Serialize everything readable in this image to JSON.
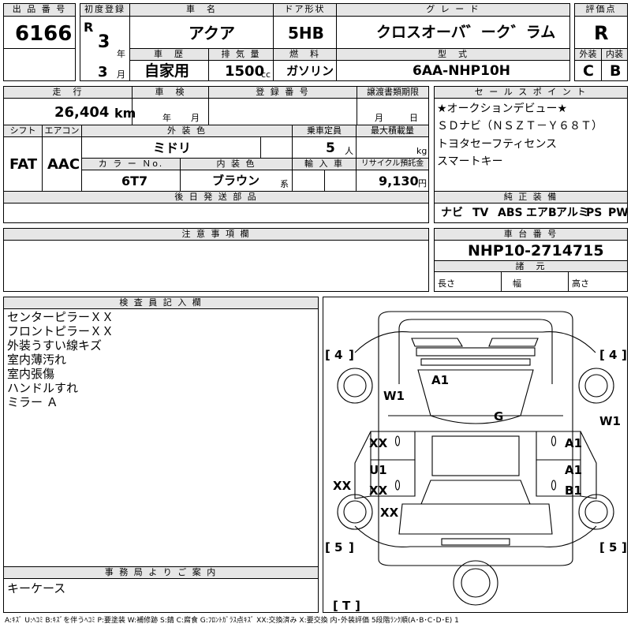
{
  "labels": {
    "lot": "出 品 番 号",
    "first_reg": "初度登録",
    "car_name": "車　名",
    "door": "ドア形状",
    "grade": "グ レ ー ド",
    "score": "評価点",
    "year_unit": "年",
    "month_unit": "月",
    "history": "車　歴",
    "displacement": "排 気 量",
    "fuel": "燃　料",
    "model": "型　式",
    "exterior": "外装",
    "interior": "内装",
    "mileage": "走　行",
    "inspection": "車　検",
    "reg_no": "登 録 番 号",
    "transfer_docs": "譲渡書類期限",
    "sales_points": "セ ー ル ス ポ イ ン ト",
    "shift": "シフト",
    "aircon": "エアコン",
    "exterior_color": "外 装 色",
    "capacity": "乗車定員",
    "max_load": "最大積載量",
    "color_no": "カ ラ ー Ｎo.",
    "interior_color": "内 装 色",
    "import": "輸 入 車",
    "recycle": "リサイクル預託金",
    "later_parts": "後 日 発 送 部 品",
    "genuine_equipment": "純 正 装 備",
    "notes": "注 意 事 項 欄",
    "chassis_no": "車 台 番 号",
    "dimensions": "諸　元",
    "length": "長さ",
    "width": "幅",
    "height": "高さ",
    "inspector_notes": "検 査 員 記 入 欄",
    "office_notes": "事 務 局 よ り ご 案 内",
    "unit_km": "km",
    "unit_cc": "cc",
    "unit_person": "人",
    "unit_kg": "kg",
    "unit_yen": "円",
    "unit_series": "系",
    "unit_year": "年",
    "unit_month": "月"
  },
  "values": {
    "lot_number": "6166",
    "era": "R",
    "reg_year": "3",
    "reg_month": "3",
    "car_name": "アクア",
    "door": "5HB",
    "grade": "クロスオーバ゛ーク゛ラム",
    "score": "R",
    "history": "自家用",
    "displacement": "1500",
    "fuel": "ガソリン",
    "model": "6AA-NHP10H",
    "exterior_grade": "C",
    "interior_grade": "B",
    "mileage": "26,404",
    "shift": "FAT",
    "aircon": "AAC",
    "exterior_color": "ミドリ",
    "capacity": "5",
    "color_no": "6T7",
    "interior_color": "ブラウン",
    "recycle": "9,130",
    "chassis_no": "NHP10-2714715"
  },
  "sales_points": [
    "★オークションデビュー★",
    "ＳＤナビ（ＮＳＺＴ－Ｙ６８Ｔ）",
    "トヨタセーフティセンス",
    "スマートキー"
  ],
  "equipment": [
    "ナビ",
    "TV",
    "ABS",
    "エアB",
    "アルミ",
    "PS",
    "PW"
  ],
  "inspector_notes": [
    "センターピラーＸＸ",
    "フロントピラーＸＸ",
    "外装うすい線キズ",
    "室内薄汚れ",
    "室内張傷",
    "ハンドルすれ",
    "ミラー Ａ"
  ],
  "office_notes": "キーケース",
  "diagram": {
    "tire_fl": "4",
    "tire_fr": "4",
    "tire_rl": "5",
    "tire_rr": "5",
    "tire_spare": "T",
    "marks": [
      "A1",
      "W1",
      "G",
      "W1",
      "XX",
      "A1",
      "U1",
      "A1",
      "XX",
      "B1",
      "XX",
      "XX"
    ]
  },
  "legend": "A:ｷｽﾞ U:ﾍｺﾐ B:ｷｽﾞを伴うﾍｺﾐ P:要塗装 W:補修跡 S:錆 C:腐食 G:ﾌﾛﾝﾄｶﾞﾗｽ点ｷｽﾞ XX:交換済み X:要交換 内･外装評価 5段階ﾗﾝｸ順(A･B･C･D･E) 1"
}
